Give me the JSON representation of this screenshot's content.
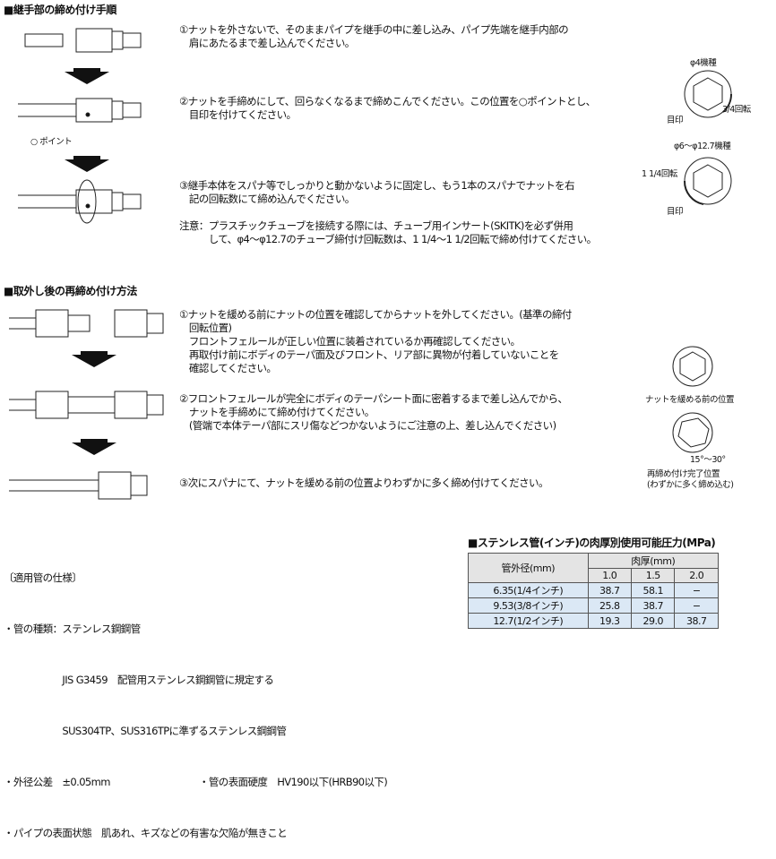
{
  "section1": {
    "title": "■継手部の締め付け手順",
    "step1": "①ナットを外さないで、そのままパイプを継手の中に差し込み、パイプ先端を継手内部の\n　肩にあたるまで差し込んでください。",
    "step2": "②ナットを手締めにして、回らなくなるまで締めこんでください。この位置を○ポイントとし、\n　目印を付けてください。",
    "step3": "③継手本体をスパナ等でしっかりと動かないように固定し、もう1本のスパナでナットを右\n　記の回転数にて締め込んでください。",
    "note": "注意：プラスチックチューブを接続する際には、チューブ用インサート(SKITK)を必ず併用\n　　　して、φ4〜φ12.7のチューブ締付け回転数は、1 1/4〜1 1/2回転で締め付けてください。",
    "point_label": "○ ポイント",
    "diag1_title": "φ4機種",
    "diag1_turn": "3/4回転",
    "diag1_mark": "目印",
    "diag2_title": "φ6〜φ12.7機種",
    "diag2_turn": "1 1/4回転",
    "diag2_mark": "目印"
  },
  "section2": {
    "title": "■取外し後の再締め付け方法",
    "step1": "①ナットを緩める前にナットの位置を確認してからナットを外してください。(基準の締付\n　回転位置)\n　フロントフェルールが正しい位置に装着されているか再確認してください。\n　再取付け前にボディのテーパ面及びフロント、リア部に異物が付着していないことを\n　確認してください。",
    "step2": "②フロントフェルールが完全にボディのテーパシート面に密着するまで差し込んでから、\n　ナットを手締めにて締め付けてください。\n　(管端で本体テーパ部にスリ傷などつかないようにご注意の上、差し込んでください)",
    "step3": "③次にスパナにて、ナットを緩める前の位置よりわずかに多く締め付けてください。",
    "before_label": "ナットを緩める前の位置",
    "angle": "15°〜30°",
    "after_label": "再締め付け完了位置\n(わずかに多く締め込む)"
  },
  "spec": {
    "title": "〔適用管の仕様〕",
    "lines": [
      "・管の種類：ステンレス鋼鋼管",
      "　　　　　　JIS G3459　配管用ステンレス鋼鋼管に規定する",
      "　　　　　　SUS304TP、SUS316TPに準ずるステンレス鋼鋼管"
    ],
    "tolerance": "・外径公差　±0.05mm",
    "hardness": "・管の表面硬度　HV190以下(HRB90以下)",
    "surface": "・パイプの表面状態　肌あれ、キズなどの有害な欠陥が無きこと"
  },
  "table": {
    "title": "■ステンレス管(インチ)の肉厚別使用可能圧力(MPa)",
    "col_header": "管外径(mm)",
    "group_header": "肉厚(mm)",
    "thickness": [
      "1.0",
      "1.5",
      "2.0"
    ],
    "rows": [
      {
        "od": "6.35(1/4インチ)",
        "v": [
          "38.7",
          "58.1",
          "−"
        ]
      },
      {
        "od": "9.53(3/8インチ)",
        "v": [
          "25.8",
          "38.7",
          "−"
        ]
      },
      {
        "od": "12.7(1/2インチ)",
        "v": [
          "19.3",
          "29.0",
          "38.7"
        ]
      }
    ]
  }
}
